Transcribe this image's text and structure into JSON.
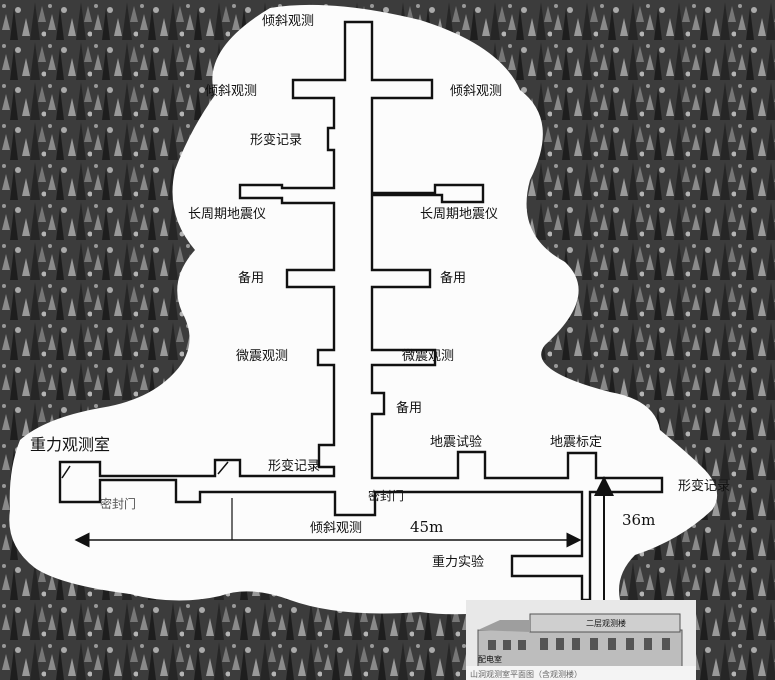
{
  "labels": {
    "tilt_top": "倾斜观测",
    "tilt_left": "倾斜观测",
    "tilt_right": "倾斜观测",
    "deform_upper": "形变记录",
    "longperiod_left": "长周期地震仪",
    "longperiod_right": "长周期地震仪",
    "spare_left": "备用",
    "spare_right": "备用",
    "micro_left": "微震观测",
    "micro_right": "微震观测",
    "spare_lower": "备用",
    "gravity_room": "重力观测室",
    "deform_lower": "形变记录",
    "seismic_test": "地震试验",
    "seismic_calib": "地震标定",
    "deform_right": "形变记录",
    "seal_door_left": "密封门",
    "seal_door_center": "密封门",
    "tilt_bottom": "倾斜观测",
    "gravity_test": "重力实验",
    "building_top": "二层观测楼",
    "building_power": "配电室",
    "caption": "山洞观测室平面图（含观测楼）"
  },
  "dimensions": {
    "horizontal": "45m",
    "vertical": "36m"
  }
}
